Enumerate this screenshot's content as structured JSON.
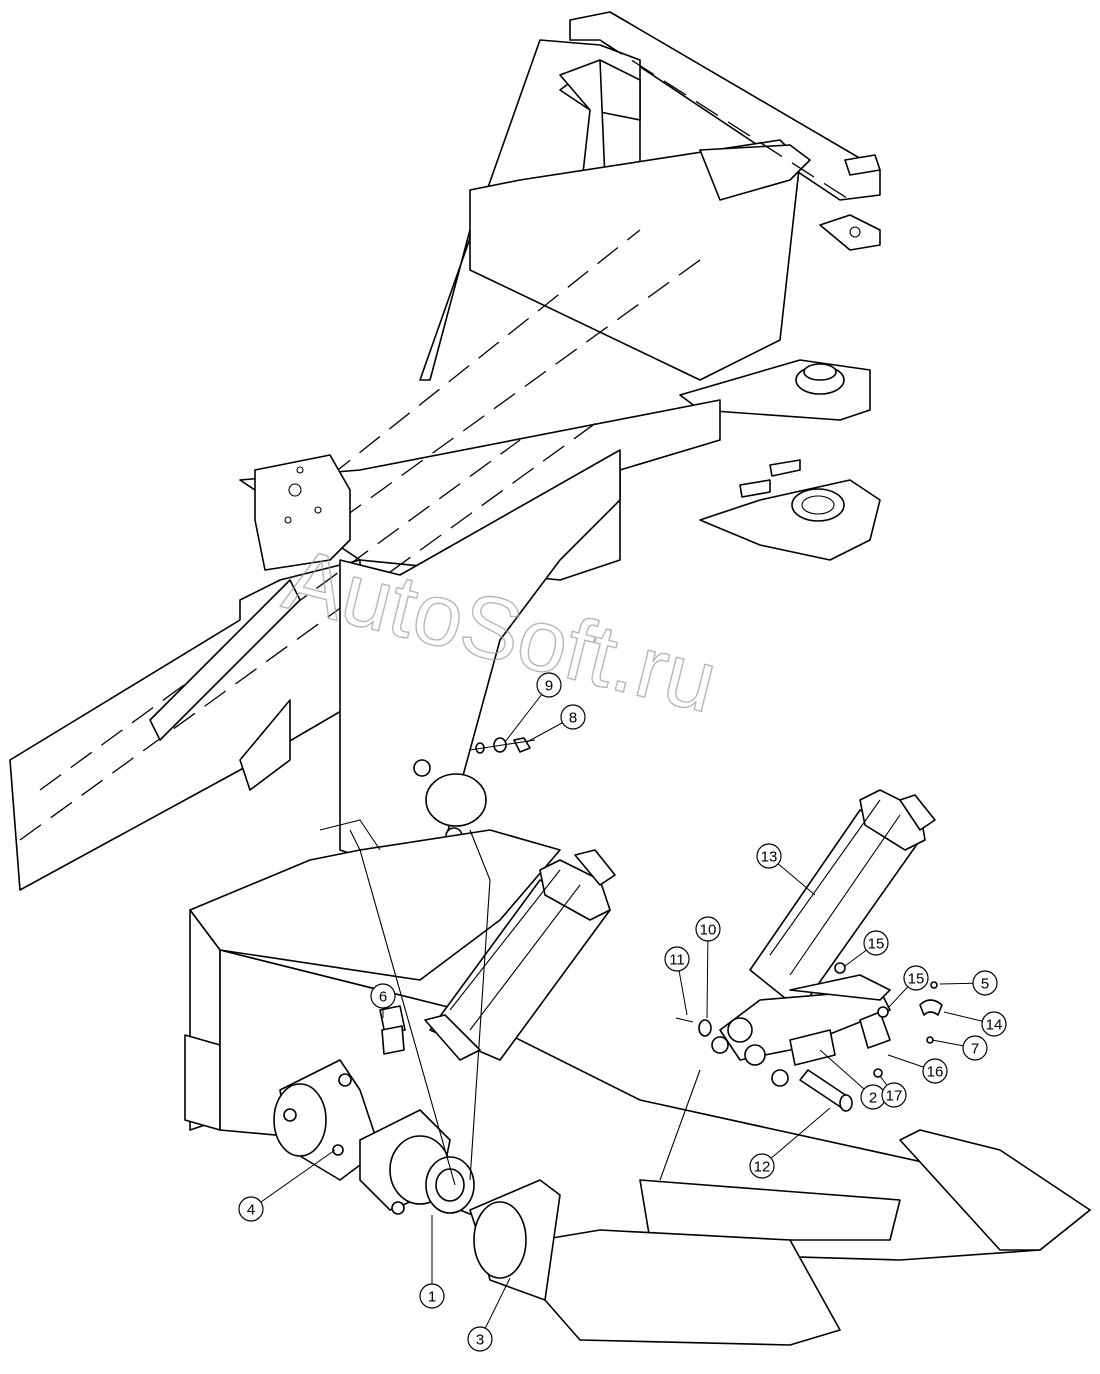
{
  "watermark": "AutoSoft.ru",
  "callouts": [
    {
      "id": "c1",
      "label": "1"
    },
    {
      "id": "c2",
      "label": "2"
    },
    {
      "id": "c3",
      "label": "3"
    },
    {
      "id": "c4",
      "label": "4"
    },
    {
      "id": "c5",
      "label": "5"
    },
    {
      "id": "c6",
      "label": "6"
    },
    {
      "id": "c7",
      "label": "7"
    },
    {
      "id": "c8",
      "label": "8"
    },
    {
      "id": "c9",
      "label": "9"
    },
    {
      "id": "c10",
      "label": "10"
    },
    {
      "id": "c11",
      "label": "11"
    },
    {
      "id": "c12",
      "label": "12"
    },
    {
      "id": "c13",
      "label": "13"
    },
    {
      "id": "c14",
      "label": "14"
    },
    {
      "id": "c15a",
      "label": "15"
    },
    {
      "id": "c15b",
      "label": "15"
    },
    {
      "id": "c16",
      "label": "16"
    },
    {
      "id": "c17",
      "label": "17"
    }
  ]
}
